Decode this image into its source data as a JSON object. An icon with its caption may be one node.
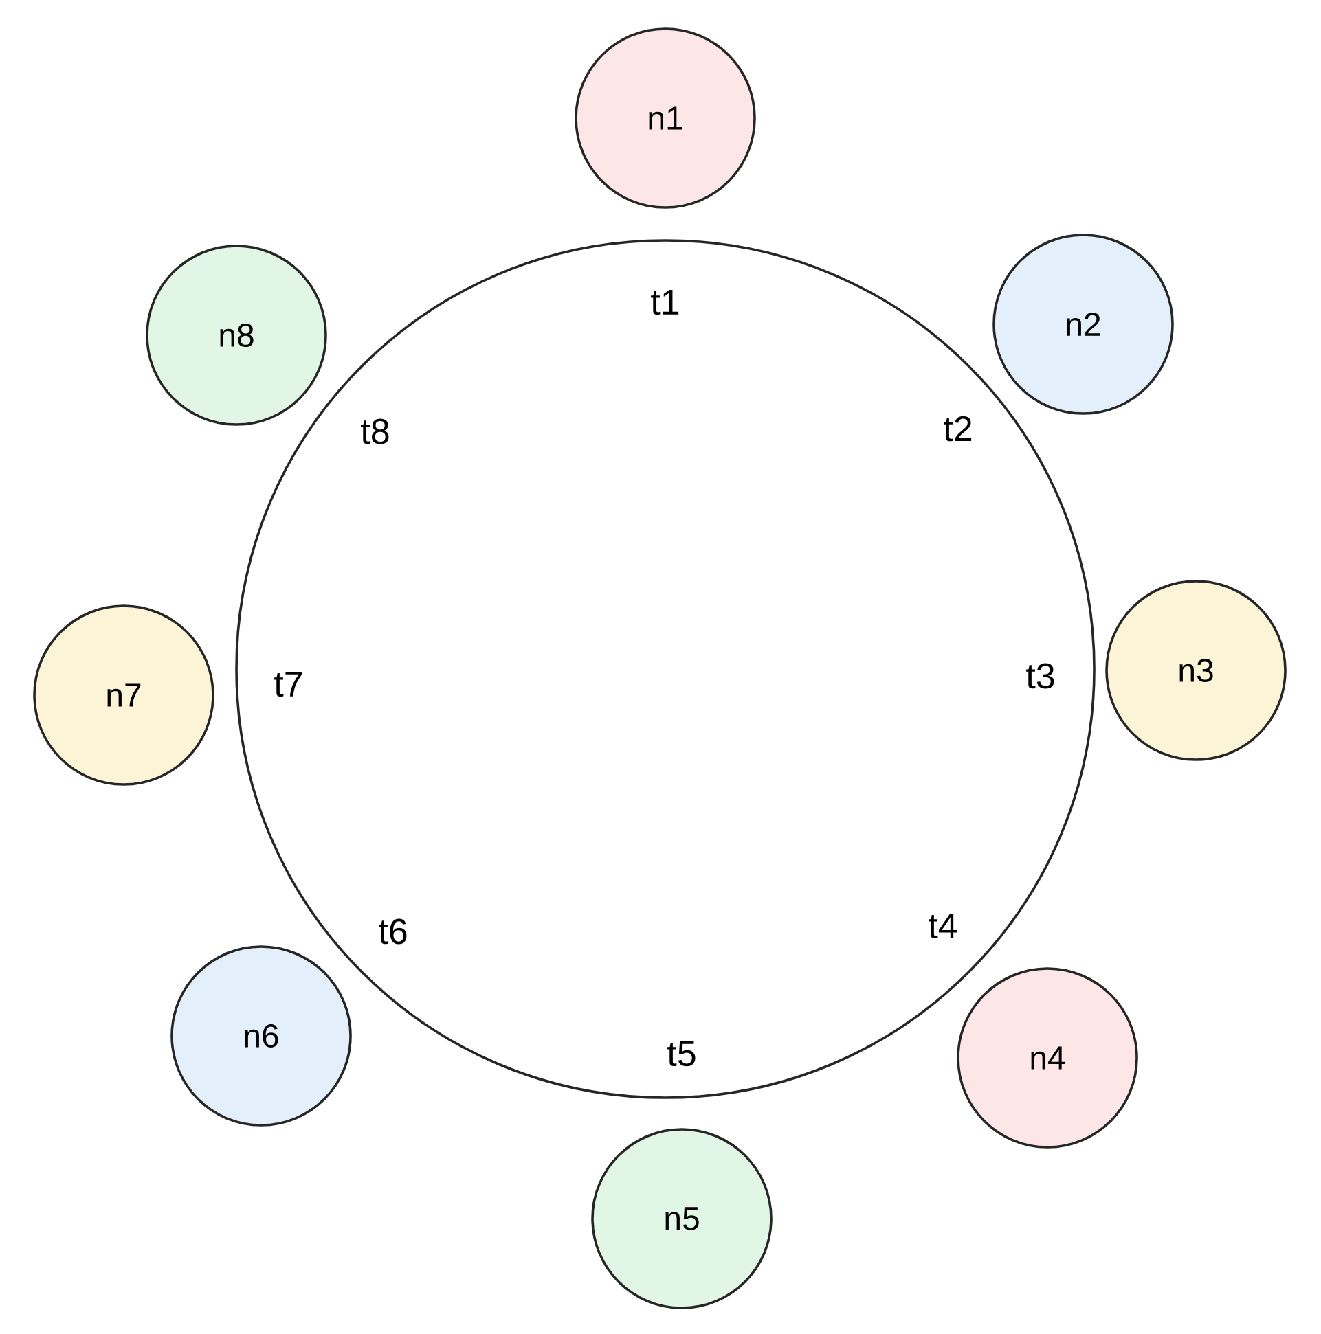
{
  "diagram": {
    "nodes": [
      {
        "text": [],
        "shape": "circle"
      },
      {
        "text": [
          "n1"
        ]
      },
      {
        "text": [
          "n2"
        ]
      },
      {
        "text": [
          "n3"
        ]
      },
      {
        "text": [
          "n4"
        ]
      },
      {
        "text": [
          "n5"
        ]
      },
      {
        "text": [
          "n6"
        ]
      },
      {
        "text": [
          "n7"
        ]
      },
      {
        "text": [
          "n8"
        ]
      }
    ],
    "labels": [
      "t1",
      "t2",
      "t3",
      "t4",
      "t5",
      "t6",
      "t7",
      "t8"
    ]
  }
}
